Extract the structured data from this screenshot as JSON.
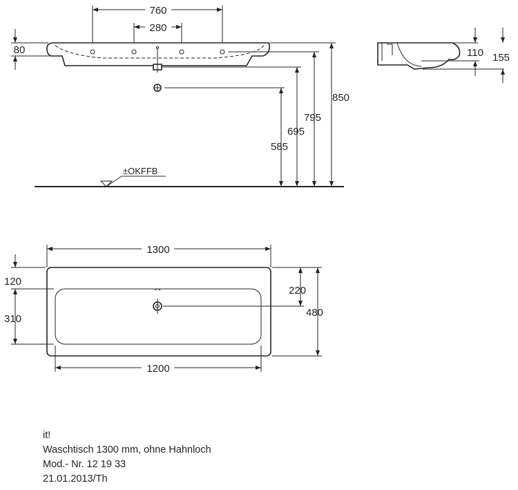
{
  "front_view": {
    "dim_hole_outer": "760",
    "dim_hole_inner": "280",
    "dim_rim_thickness": "80",
    "dim_height_total": "850",
    "dim_height_underside": "795",
    "dim_height_outlet": "695",
    "dim_height_trap": "585",
    "floor_reference": "±OKFFB"
  },
  "side_view": {
    "dim_basin_depth": "110",
    "dim_total_depth": "155"
  },
  "plan_view": {
    "dim_outer_width": "1300",
    "dim_inner_width": "1200",
    "dim_front_margin": "120",
    "dim_basin_depth": "310",
    "dim_drain_offset": "220",
    "dim_total_depth": "480"
  },
  "info": {
    "brand": "it!",
    "product": "Waschtisch 1300 mm, ohne Hahnloch",
    "model": "Mod.- Nr. 12 19 33",
    "date": "21.01.2013/Th"
  }
}
